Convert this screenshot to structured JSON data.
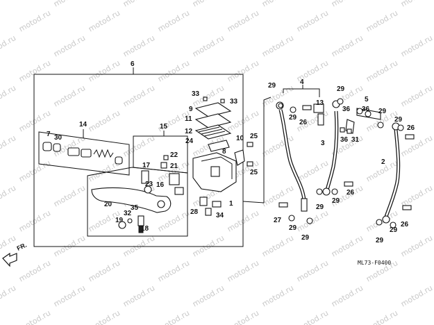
{
  "watermark": "motod.ru",
  "diagram_code": "ML73-F0400",
  "direction_label": "FR.",
  "part_labels": {
    "p1": "1",
    "p2": "2",
    "p3": "3",
    "p4": "4",
    "p5": "5",
    "p6": "6",
    "p7": "7",
    "p8": "8",
    "p9": "9",
    "p10": "10",
    "p11": "11",
    "p12": "12",
    "p13": "13",
    "p14": "14",
    "p15": "15",
    "p16": "16",
    "p17": "17",
    "p18": "18",
    "p19": "19",
    "p20": "20",
    "p21": "21",
    "p22": "22",
    "p23": "23",
    "p24": "24",
    "p25": "25",
    "p26": "26",
    "p27": "27",
    "p28": "28",
    "p29": "29",
    "p30": "30",
    "p31": "31",
    "p32": "32",
    "p33": "33",
    "p34": "34",
    "p35": "35",
    "p36": "36"
  }
}
